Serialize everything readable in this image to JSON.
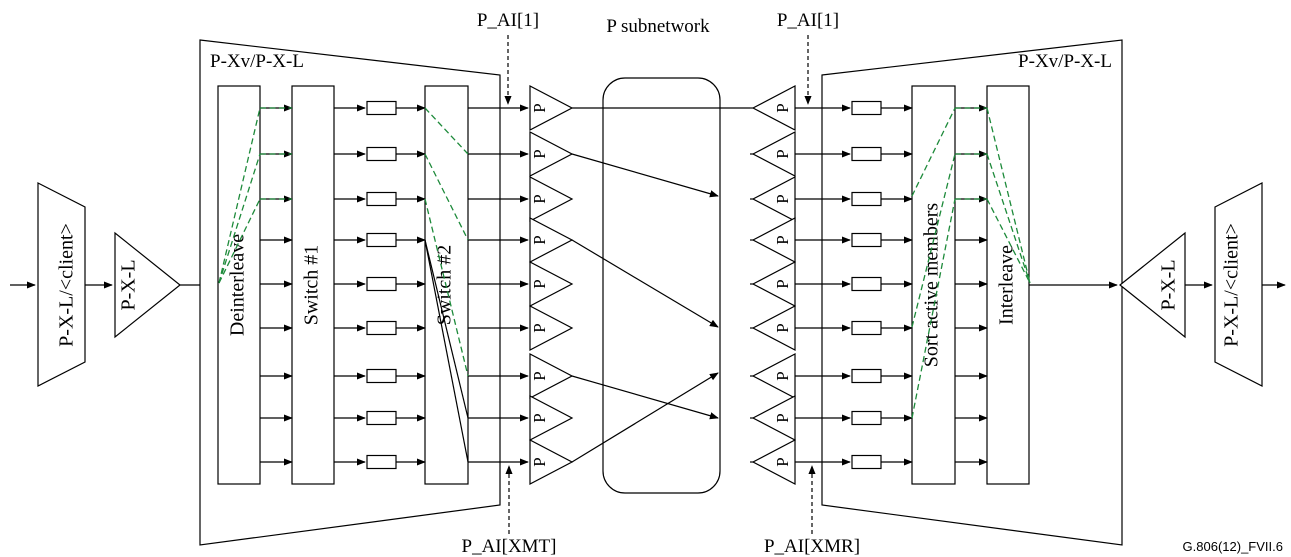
{
  "colors": {
    "active_fill": "#5bbd2a",
    "active_hatch": "#1f4d0a",
    "blocked_fill": "#555555",
    "idle_fill": "#ffffff",
    "green_dashed_path": "#1d8a3a",
    "line": "#000000"
  },
  "labels": {
    "client_adapt_left": "P-X-L/<client>",
    "px_l_left": "P-X-L",
    "pxv_left": "P-Xv/P-X-L",
    "deinterleave": "Deinterleave",
    "switch1": "Switch #1",
    "switch2": "Switch #2",
    "p_ai_top_left": "P_AI[1]",
    "p_subnetwork": "P subnetwork",
    "p_ai_top_right": "P_AI[1]",
    "pxv_right": "P-Xv/P-X-L",
    "sort_active": "Sort active members",
    "interleave": "Interleave",
    "px_l_right": "P-X-L",
    "client_adapt_right": "P-X-L/<client>",
    "p_ai_xmt": "P_AI[XMT]",
    "p_ai_xmr": "P_AI[XMR]",
    "figure_ref": "G.806(12)_FVII.6",
    "p_member": "P"
  },
  "left_member_states": [
    "active",
    "active",
    "active",
    "blocked",
    "idle",
    "idle",
    "idle",
    "idle",
    "idle"
  ],
  "right_member_states": [
    "idle",
    "idle",
    "active",
    "idle",
    "idle",
    "active",
    "idle",
    "active",
    "idle"
  ]
}
